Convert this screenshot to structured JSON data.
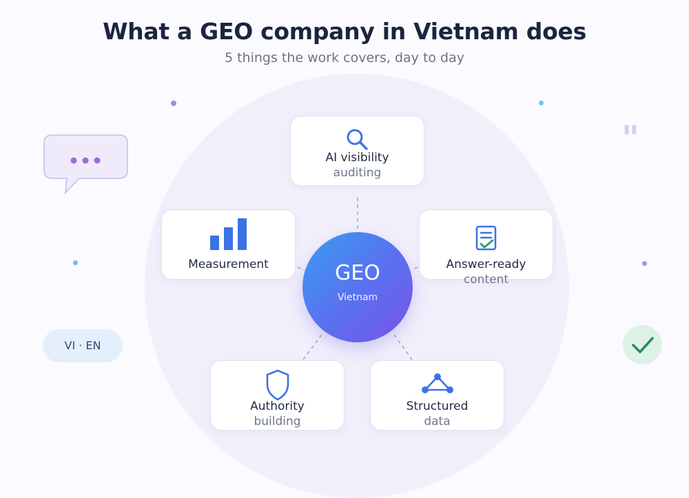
{
  "title": "What a GEO company in Vietnam does",
  "subtitle": "5 things the work covers, day to day",
  "hub": {
    "title": "GEO",
    "subtitle": "Vietnam"
  },
  "cards": [
    {
      "line1": "AI visibility",
      "line2": "auditing",
      "icon": "search-icon"
    },
    {
      "line1": "Measurement",
      "line2": "",
      "icon": "bar-chart-icon"
    },
    {
      "line1": "Answer-ready",
      "line2": "content",
      "icon": "checked-document-icon"
    },
    {
      "line1": "Authority",
      "line2": "building",
      "icon": "shield-icon"
    },
    {
      "line1": "Structured",
      "line2": "data",
      "icon": "network-triangle-icon"
    }
  ],
  "decorations": {
    "language_pill": "VI · EN",
    "chat_bubble_icon": "chat-bubble-ellipsis-icon",
    "check_icon": "checkmark-icon",
    "quote_icon": "quote-mark-icon"
  },
  "colors": {
    "title": "#1b2540",
    "subtitle": "#6b7488",
    "hub_gradient_start": "#3b9cf0",
    "hub_gradient_end": "#7a52ea",
    "icon_blue": "#3b73e6",
    "check_green": "#2e8a5a",
    "accent_purple": "#9b6cd6"
  }
}
